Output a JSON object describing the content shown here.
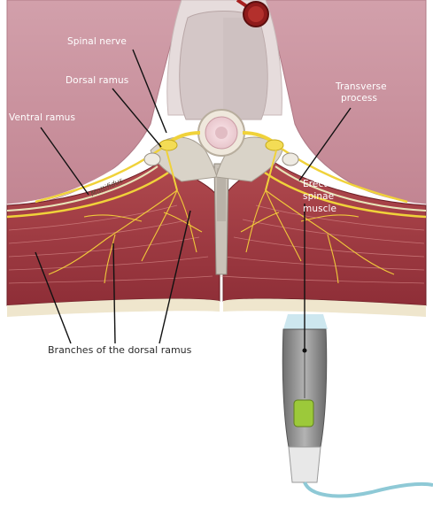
{
  "labels": {
    "spinal_nerve": "Spinal nerve",
    "dorsal_ramus": "Dorsal ramus",
    "ventral_ramus": "Ventral ramus",
    "transverse_process_line1": "Transverse",
    "transverse_process_line2": "process",
    "erector_line1": "Erector",
    "erector_line2": "spinae",
    "erector_line3": "muscle",
    "branches": "Branches of the dorsal ramus",
    "muscle_fascia": "Multifidus"
  },
  "colors": {
    "background": "#ffffff",
    "skin": "#f4e9df",
    "muscle": "#a8424a",
    "pleura": "#c9909c",
    "nerve": "#f0d23a",
    "bone": "#d9d3c8",
    "probe": "#8c8c8c",
    "probe_tip": "#9cc93a",
    "blood": "#a8201f"
  }
}
